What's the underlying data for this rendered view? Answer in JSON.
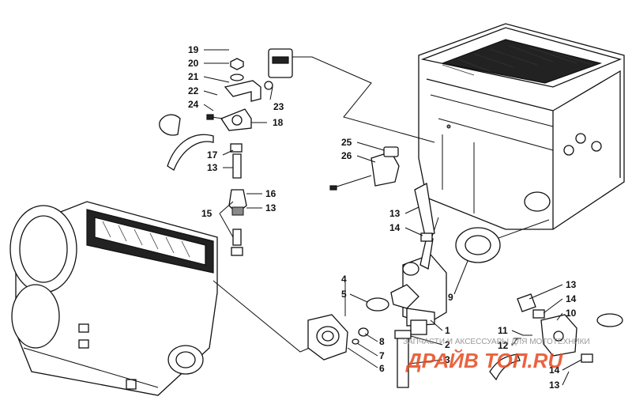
{
  "callouts": [
    {
      "id": "c19",
      "text": "19"
    },
    {
      "id": "c20",
      "text": "20"
    },
    {
      "id": "c21",
      "text": "21"
    },
    {
      "id": "c22",
      "text": "22"
    },
    {
      "id": "c24",
      "text": "24"
    },
    {
      "id": "c23",
      "text": "23"
    },
    {
      "id": "c18",
      "text": "18"
    },
    {
      "id": "c17",
      "text": "17"
    },
    {
      "id": "c13a",
      "text": "13"
    },
    {
      "id": "c16",
      "text": "16"
    },
    {
      "id": "c15",
      "text": "15"
    },
    {
      "id": "c13b",
      "text": "13"
    },
    {
      "id": "c25",
      "text": "25"
    },
    {
      "id": "c26",
      "text": "26"
    },
    {
      "id": "c13c",
      "text": "13"
    },
    {
      "id": "c14a",
      "text": "14"
    },
    {
      "id": "c4",
      "text": "4"
    },
    {
      "id": "c5",
      "text": "5"
    },
    {
      "id": "c9",
      "text": "9"
    },
    {
      "id": "c1",
      "text": "1"
    },
    {
      "id": "c8",
      "text": "8"
    },
    {
      "id": "c7",
      "text": "7"
    },
    {
      "id": "c6",
      "text": "6"
    },
    {
      "id": "c2",
      "text": "2"
    },
    {
      "id": "c3",
      "text": "3"
    },
    {
      "id": "c13d",
      "text": "13"
    },
    {
      "id": "c14b",
      "text": "14"
    },
    {
      "id": "c10",
      "text": "10"
    },
    {
      "id": "c11",
      "text": "11"
    },
    {
      "id": "c12",
      "text": "12"
    },
    {
      "id": "c14c",
      "text": "14"
    },
    {
      "id": "c13e",
      "text": "13"
    }
  ],
  "watermark": {
    "text": "ЗАПЧАСТИ И АКСЕССУАРЫ ДЛЯ МОТОТЕХНИКИ",
    "logo": "ДРАЙВ ТОП.RU",
    "color": "#e64a1f"
  }
}
